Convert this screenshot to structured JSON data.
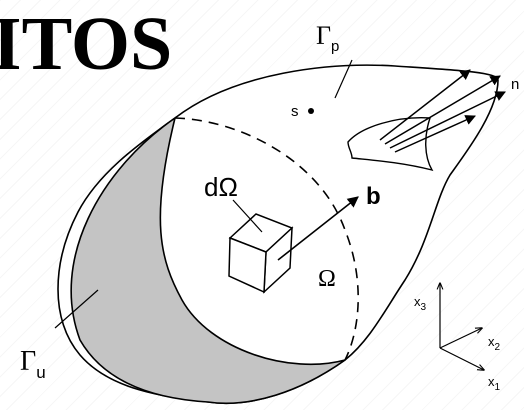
{
  "heading_fragment": "ITOS",
  "diagram": {
    "labels": {
      "gamma_p": "Γ",
      "gamma_p_sub": "p",
      "gamma_u": "Γ",
      "gamma_u_sub": "u",
      "point_s": "s",
      "traction_n": "n",
      "d_omega": "dΩ",
      "body_force": "b",
      "omega": "Ω"
    },
    "axes": {
      "x1": "x",
      "x1_sub": "1",
      "x2": "x",
      "x2_sub": "2",
      "x3": "x",
      "x3_sub": "3"
    },
    "colors": {
      "ink": "#000000",
      "shaded_boundary": "#c4c4c4",
      "body_fill": "#ffffff"
    }
  }
}
